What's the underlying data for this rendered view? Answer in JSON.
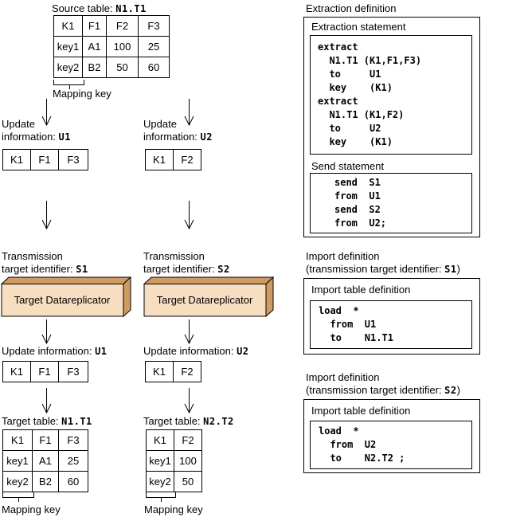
{
  "diagram": {
    "source_label_prefix": "Source table: ",
    "mapping_key": "Mapping key",
    "update_word": "Update",
    "information_prefix": "information: ",
    "update_information_prefix": "Update information: ",
    "transmission_word": "Transmission",
    "target_identifier_prefix": "target identifier: ",
    "u1": "U1",
    "u2": "U2",
    "s1": "S1",
    "s2": "S2",
    "n1t1": "N1.T1",
    "n2t2": "N2.T2",
    "replicator_label": "Target Datareplicator",
    "target_table_prefix": "Target table: "
  },
  "tables": {
    "source": {
      "rows": [
        [
          "K1",
          "F1",
          "F2",
          "F3"
        ],
        [
          "key1",
          "A1",
          "100",
          "25"
        ],
        [
          "key2",
          "B2",
          "50",
          "60"
        ]
      ]
    },
    "u1": {
      "rows": [
        [
          "K1",
          "F1",
          "F3"
        ]
      ]
    },
    "u2": {
      "rows": [
        [
          "K1",
          "F2"
        ]
      ]
    },
    "target_n1t1": {
      "rows": [
        [
          "K1",
          "F1",
          "F3"
        ],
        [
          "key1",
          "A1",
          "25"
        ],
        [
          "key2",
          "B2",
          "60"
        ]
      ]
    },
    "target_n2t2": {
      "rows": [
        [
          "K1",
          "F2"
        ],
        [
          "key1",
          "100"
        ],
        [
          "key2",
          "50"
        ]
      ]
    }
  },
  "panels": {
    "extraction_definition_title": "Extraction definition",
    "extraction_statement_title": "Extraction statement",
    "extraction_code": "extract\n  N1.T1 (K1,F1,F3)\n  to     U1\n  key    (K1)\nextract\n  N1.T1 (K1,F2)\n  to     U2\n  key    (K1)",
    "send_statement_title": "Send statement",
    "send_code": "send  S1\nfrom  U1\nsend  S2\nfrom  U2;",
    "import_title": "Import definition",
    "import_subtitle_prefix": "(transmission target identifier: ",
    "import_subtitle_suffix": ")",
    "import_table_title": "Import table definition",
    "import1_code": "load  *\n  from  U1\n  to    N1.T1",
    "import2_code": "load  *\n  from  U2\n  to    N2.T2 ;"
  },
  "colors": {
    "box_face": "#F7DEC0",
    "box_side": "#CE9C63",
    "line": "#000000"
  }
}
